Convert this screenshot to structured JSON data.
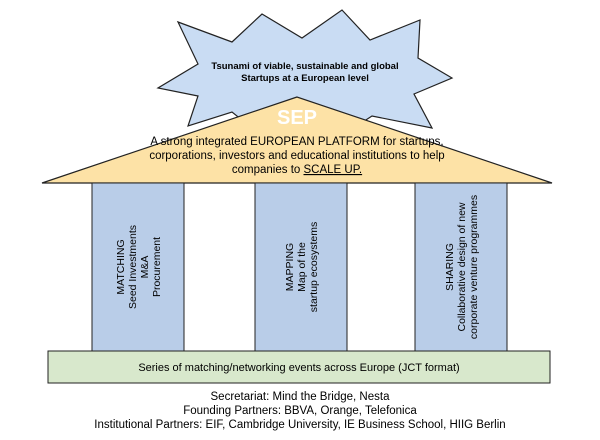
{
  "colors": {
    "star_fill": "#c9dcf3",
    "roof_fill": "#fde2a6",
    "pillar_fill": "#b9cde8",
    "base_fill": "#d8e8cc",
    "outline": "#222222",
    "sep_text": "#ffffff"
  },
  "star": {
    "line1": "Tsunami of viable, sustainable and global",
    "line2": "Startups at a European level"
  },
  "roof": {
    "title": "SEP",
    "line1": "A strong integrated EUROPEAN PLATFORM for startups,",
    "line2": "corporations, investors and educational institutions to help",
    "line3_pre": "companies to ",
    "line3_emph": "SCALE UP."
  },
  "pillars": [
    {
      "lines": [
        "MATCHING",
        "Seed Investments",
        "M&A",
        "Procurement"
      ]
    },
    {
      "lines": [
        "MAPPING",
        "Map of the",
        "startup ecosystems"
      ]
    },
    {
      "lines": [
        "SHARING",
        "Collaborative design of new",
        "corporate venture programmes"
      ]
    }
  ],
  "base": {
    "label": "Series of matching/networking events across Europe (JCT format)"
  },
  "footer": {
    "line1": "Secretariat: Mind the Bridge, Nesta",
    "line2": "Founding Partners: BBVA, Orange, Telefonica",
    "line3": "Institutional Partners: EIF, Cambridge University, IE Business School, HIIG Berlin"
  }
}
